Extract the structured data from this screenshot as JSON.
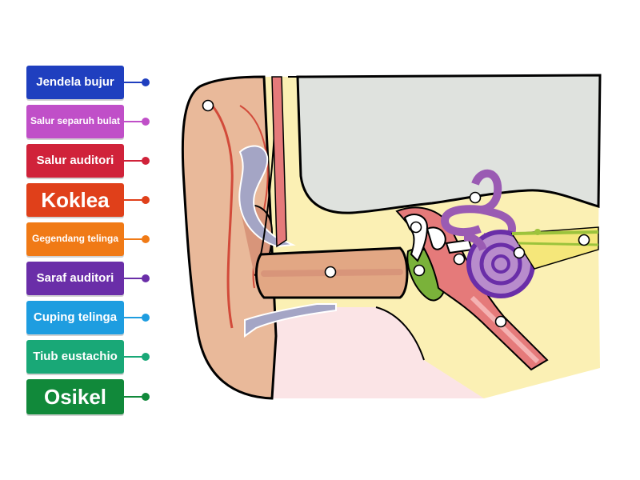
{
  "labels": [
    {
      "text": "Jendela bujur",
      "color": "#1f3fbf"
    },
    {
      "text": "Salur separuh bulat",
      "color": "#c04fc8"
    },
    {
      "text": "Salur auditori",
      "color": "#d0223a"
    },
    {
      "text": "Koklea",
      "color": "#e0401a"
    },
    {
      "text": "Gegendang telinga",
      "color": "#f07a16"
    },
    {
      "text": "Saraf auditori",
      "color": "#6a2ea8"
    },
    {
      "text": "Cuping telinga",
      "color": "#1e9de0"
    },
    {
      "text": "Tiub eustachio",
      "color": "#19a877"
    },
    {
      "text": "Osikel",
      "color": "#11893a"
    }
  ],
  "colors": {
    "skin": "#e9b99a",
    "skin_dark": "#d8957a",
    "cartilage": "#a4a5c5",
    "bone_bg": "#dfe2de",
    "bone_yellow": "#fbf0b4",
    "soft_pink": "#fbe4e6",
    "canal_red": "#e57a7a",
    "labyrinth_purple": "#9a5bb3",
    "nerve_green": "#9cc33c",
    "eardrum_green": "#7ab23a"
  },
  "drop_points": [
    {
      "id": "p1"
    },
    {
      "id": "p2"
    },
    {
      "id": "p3"
    },
    {
      "id": "p4"
    },
    {
      "id": "p5"
    },
    {
      "id": "p6"
    },
    {
      "id": "p7"
    },
    {
      "id": "p8"
    },
    {
      "id": "p9"
    }
  ]
}
